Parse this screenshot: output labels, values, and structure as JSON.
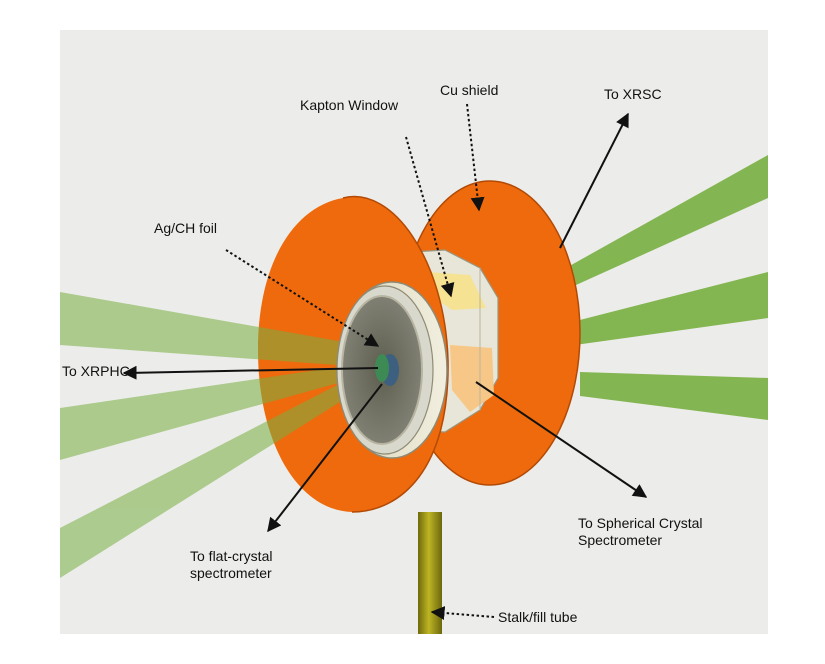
{
  "labels": {
    "cu_shield": "Cu shield",
    "kapton_window": "Kapton Window",
    "to_xrsc": "To XRSC",
    "ag_ch_foil": "Ag/CH foil",
    "to_xrphc": "To XRPHC",
    "to_flat_crystal_line1": "To flat-crystal",
    "to_flat_crystal_line2": "spectrometer",
    "to_spherical_line1": "To Spherical Crystal",
    "to_spherical_line2": "Spectrometer",
    "stalk_fill_tube": "Stalk/fill tube"
  },
  "colors": {
    "background": "#ececea",
    "shield_orange": "#ee6a0c",
    "shield_orange_dark": "#c65208",
    "beam_green": "#78b041",
    "window_gold": "#f6e293",
    "window_silver": "#d9d8cc",
    "foil_green": "#3e8a54",
    "foil_blue": "#3d5f80",
    "stalk_olive": "#a59e17"
  }
}
